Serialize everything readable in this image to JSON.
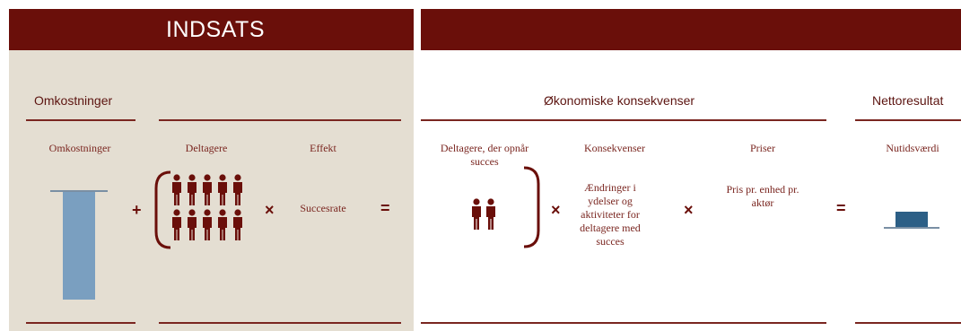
{
  "header": {
    "title": "INDSATS"
  },
  "sections": {
    "costs": "Omkostninger",
    "economic_consequences": "Økonomiske konsekvenser",
    "net_result": "Nettoresultat"
  },
  "labels": {
    "costs": "Omkostninger",
    "participants": "Deltagere",
    "effect": "Effekt",
    "participants_success": "Deltagere, der opnår succes",
    "consequences": "Konsekvenser",
    "prices": "Priser",
    "present_value": "Nutidsværdi"
  },
  "values": {
    "success_rate": "Succesrate",
    "changes_text": "Ændringer i ydelser og aktiviteter for deltagere med succes",
    "price_text": "Pris pr. enhed pr. aktør"
  },
  "operators": {
    "plus": "+",
    "times1": "×",
    "equals1": "=",
    "times2": "×",
    "times3": "×",
    "equals2": "="
  },
  "colors": {
    "maroon": "#6a0f0a",
    "beige": "#e4ded2",
    "cost_bar": "#7a9fc0",
    "result_box": "#2c5f86"
  }
}
